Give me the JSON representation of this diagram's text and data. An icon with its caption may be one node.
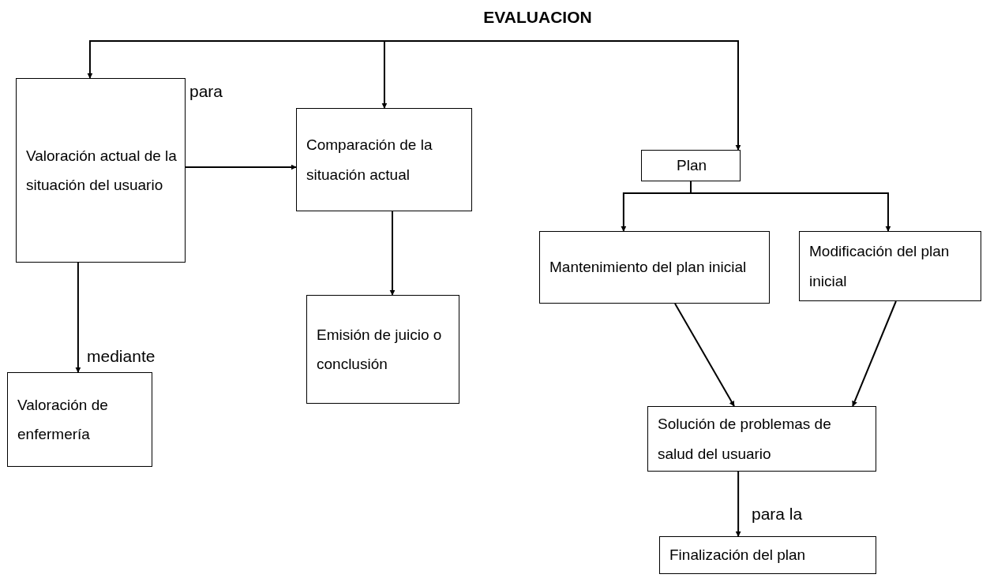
{
  "diagram": {
    "nodes": [
      {
        "text": [
          "EVALUACION"
        ]
      },
      {
        "text": [
          "Valoración actual de la situación del usuario"
        ]
      },
      {
        "text": [
          "Comparación de la situación actual"
        ]
      },
      {
        "text": [
          "Plan"
        ]
      },
      {
        "text": [
          "Mantenimiento del plan inicial"
        ]
      },
      {
        "text": [
          "Modificación del plan inicial"
        ]
      },
      {
        "text": [
          "Valoración de enfermería"
        ]
      },
      {
        "text": [
          "Emisión de juicio o conclusión"
        ]
      },
      {
        "text": [
          "Solución de problemas de salud del usuario"
        ]
      },
      {
        "text": [
          "Finalización del plan"
        ]
      }
    ],
    "edges": [
      {
        "from": 0,
        "to": 1,
        "arrow": "to"
      },
      {
        "from": 0,
        "to": 2,
        "arrow": "to"
      },
      {
        "from": 0,
        "to": 3,
        "arrow": "to"
      },
      {
        "from": 1,
        "to": 2,
        "arrow": "to",
        "label": "para"
      },
      {
        "from": 1,
        "to": 6,
        "arrow": "to",
        "label": "mediante"
      },
      {
        "from": 2,
        "to": 7,
        "arrow": "to"
      },
      {
        "from": 3,
        "to": 4,
        "arrow": "to"
      },
      {
        "from": 3,
        "to": 5,
        "arrow": "to"
      },
      {
        "from": 4,
        "to": 8,
        "arrow": "to"
      },
      {
        "from": 5,
        "to": 8,
        "arrow": "to"
      },
      {
        "from": 8,
        "to": 9,
        "arrow": "to",
        "label": "para la"
      }
    ]
  }
}
